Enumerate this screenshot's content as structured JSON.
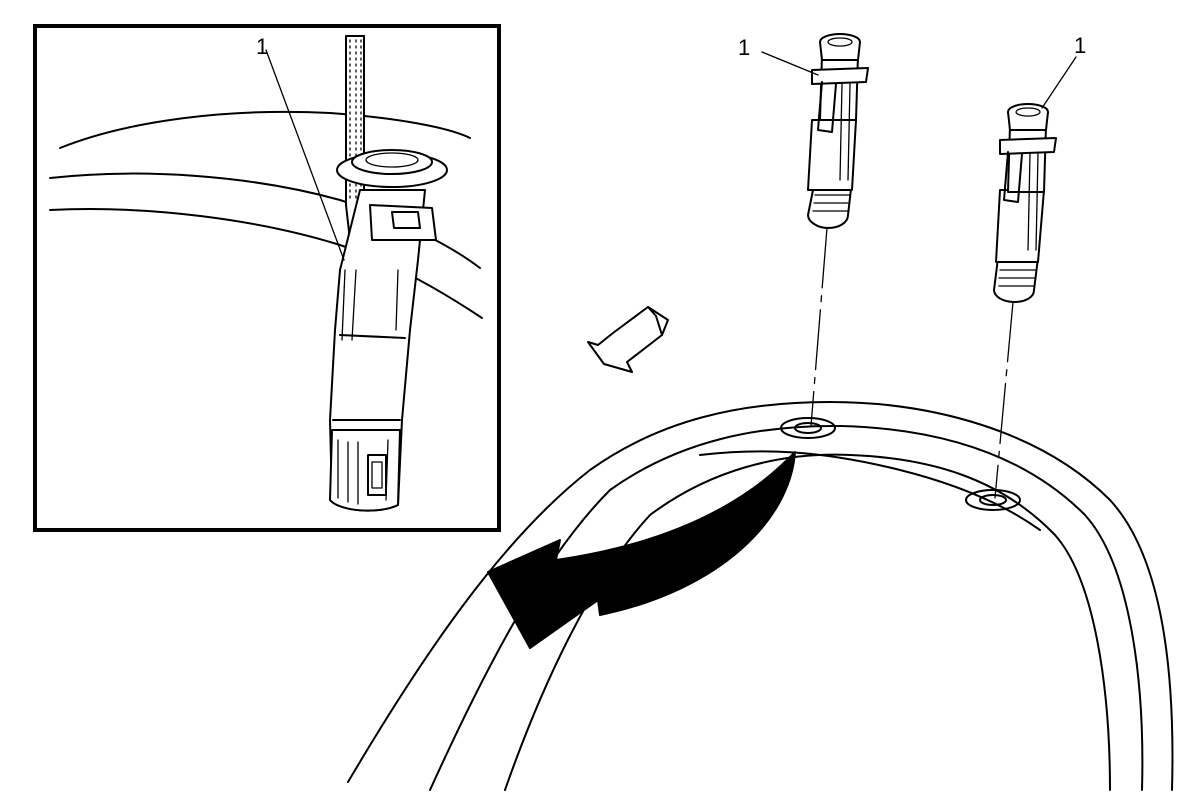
{
  "callouts": {
    "inset_label": "1",
    "left_pin_label": "1",
    "right_pin_label": "1"
  }
}
